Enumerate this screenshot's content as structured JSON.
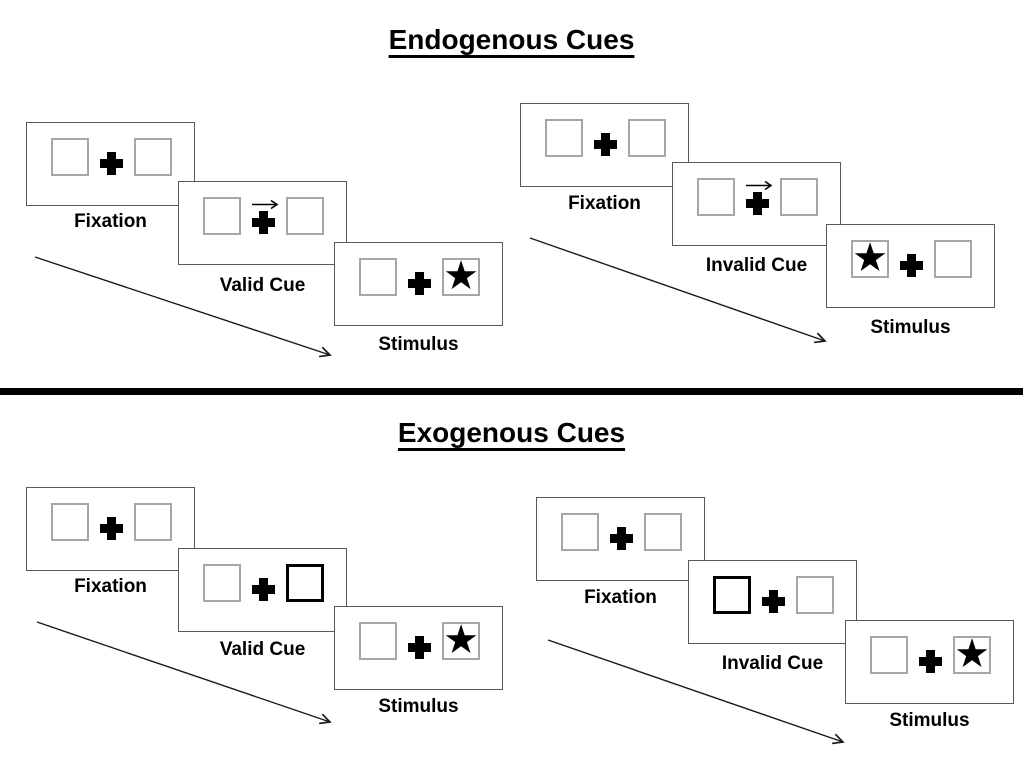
{
  "colors": {
    "background": "#ffffff",
    "ink": "#000000",
    "panel_border": "#595959",
    "placeholder_box_border": "#a6a6a6",
    "cue_highlight_border": "#000000"
  },
  "glyphs": {
    "star": "★"
  },
  "sections": {
    "endogenous": {
      "title": "Endogenous Cues",
      "sequences": {
        "valid": {
          "fixation_label": "Fixation",
          "cue_label": "Valid Cue",
          "stimulus_label": "Stimulus",
          "cue_type": "central-arrow-right",
          "stimulus_side": "right"
        },
        "invalid": {
          "fixation_label": "Fixation",
          "cue_label": "Invalid Cue",
          "stimulus_label": "Stimulus",
          "cue_type": "central-arrow-right",
          "stimulus_side": "left"
        }
      }
    },
    "exogenous": {
      "title": "Exogenous Cues",
      "sequences": {
        "valid": {
          "fixation_label": "Fixation",
          "cue_label": "Valid Cue",
          "stimulus_label": "Stimulus",
          "cue_type": "peripheral-box-right",
          "stimulus_side": "right"
        },
        "invalid": {
          "fixation_label": "Fixation",
          "cue_label": "Invalid Cue",
          "stimulus_label": "Stimulus",
          "cue_type": "peripheral-box-left",
          "stimulus_side": "right"
        }
      }
    }
  }
}
